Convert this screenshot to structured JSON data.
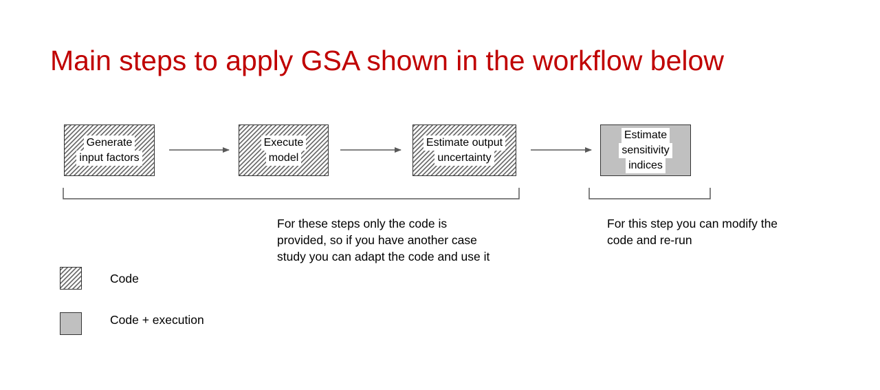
{
  "title": "Main steps to apply GSA shown in the workflow below",
  "colors": {
    "title": "#c00000",
    "code_execution_fill": "#c0c0c0",
    "hatch": "#6e6e6e",
    "arrow": "#595959",
    "bracket": "#595959"
  },
  "steps": [
    {
      "lines": [
        "Generate",
        "input factors"
      ],
      "style": "code"
    },
    {
      "lines": [
        "Execute",
        "model"
      ],
      "style": "code"
    },
    {
      "lines": [
        "Estimate output",
        "uncertainty"
      ],
      "style": "code"
    },
    {
      "lines": [
        "Estimate",
        "sensitivity",
        "indices"
      ],
      "style": "code_execution"
    }
  ],
  "notes": {
    "code_steps": [
      "For these steps only the code is",
      "provided, so if you have another case",
      "study you can adapt the code and use it"
    ],
    "execution_step": [
      "For this step you can modify the",
      "code and re-run"
    ]
  },
  "legend": [
    {
      "label": "Code",
      "style": "code"
    },
    {
      "label": "Code + execution",
      "style": "code_execution"
    }
  ]
}
